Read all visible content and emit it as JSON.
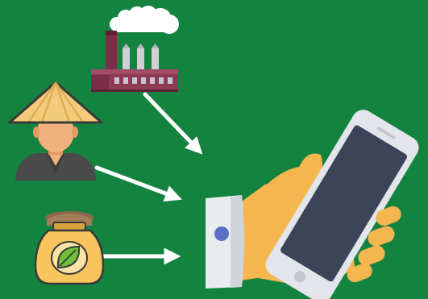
{
  "canvas": {
    "background": "#14833f"
  },
  "nodes": [
    {
      "id": "factory",
      "icon": "factory-icon"
    },
    {
      "id": "farmer",
      "icon": "farmer-icon"
    },
    {
      "id": "seed-sack",
      "icon": "seed-sack-icon"
    },
    {
      "id": "phone",
      "icon": "hand-holding-smartphone-icon"
    }
  ],
  "edges": [
    {
      "from": "factory",
      "to": "phone",
      "color": "#ffffff"
    },
    {
      "from": "farmer",
      "to": "phone",
      "color": "#ffffff"
    },
    {
      "from": "seed-sack",
      "to": "phone",
      "color": "#ffffff"
    }
  ],
  "colors": {
    "arrow": "#ffffff",
    "factory_body": "#8d3b55",
    "factory_stack": "#d1cfd6",
    "smoke": "#ffffff",
    "hat": "#f3c97a",
    "skin": "#f0b27a",
    "shirt": "#4a4a4a",
    "sack": "#f7c45d",
    "leaf": "#6fbf3b",
    "hand": "#f5b54f",
    "phone_frame": "#e2e5ea",
    "phone_screen": "#3d4459",
    "cuff": "#e8ecef",
    "button": "#5b6fc4"
  }
}
